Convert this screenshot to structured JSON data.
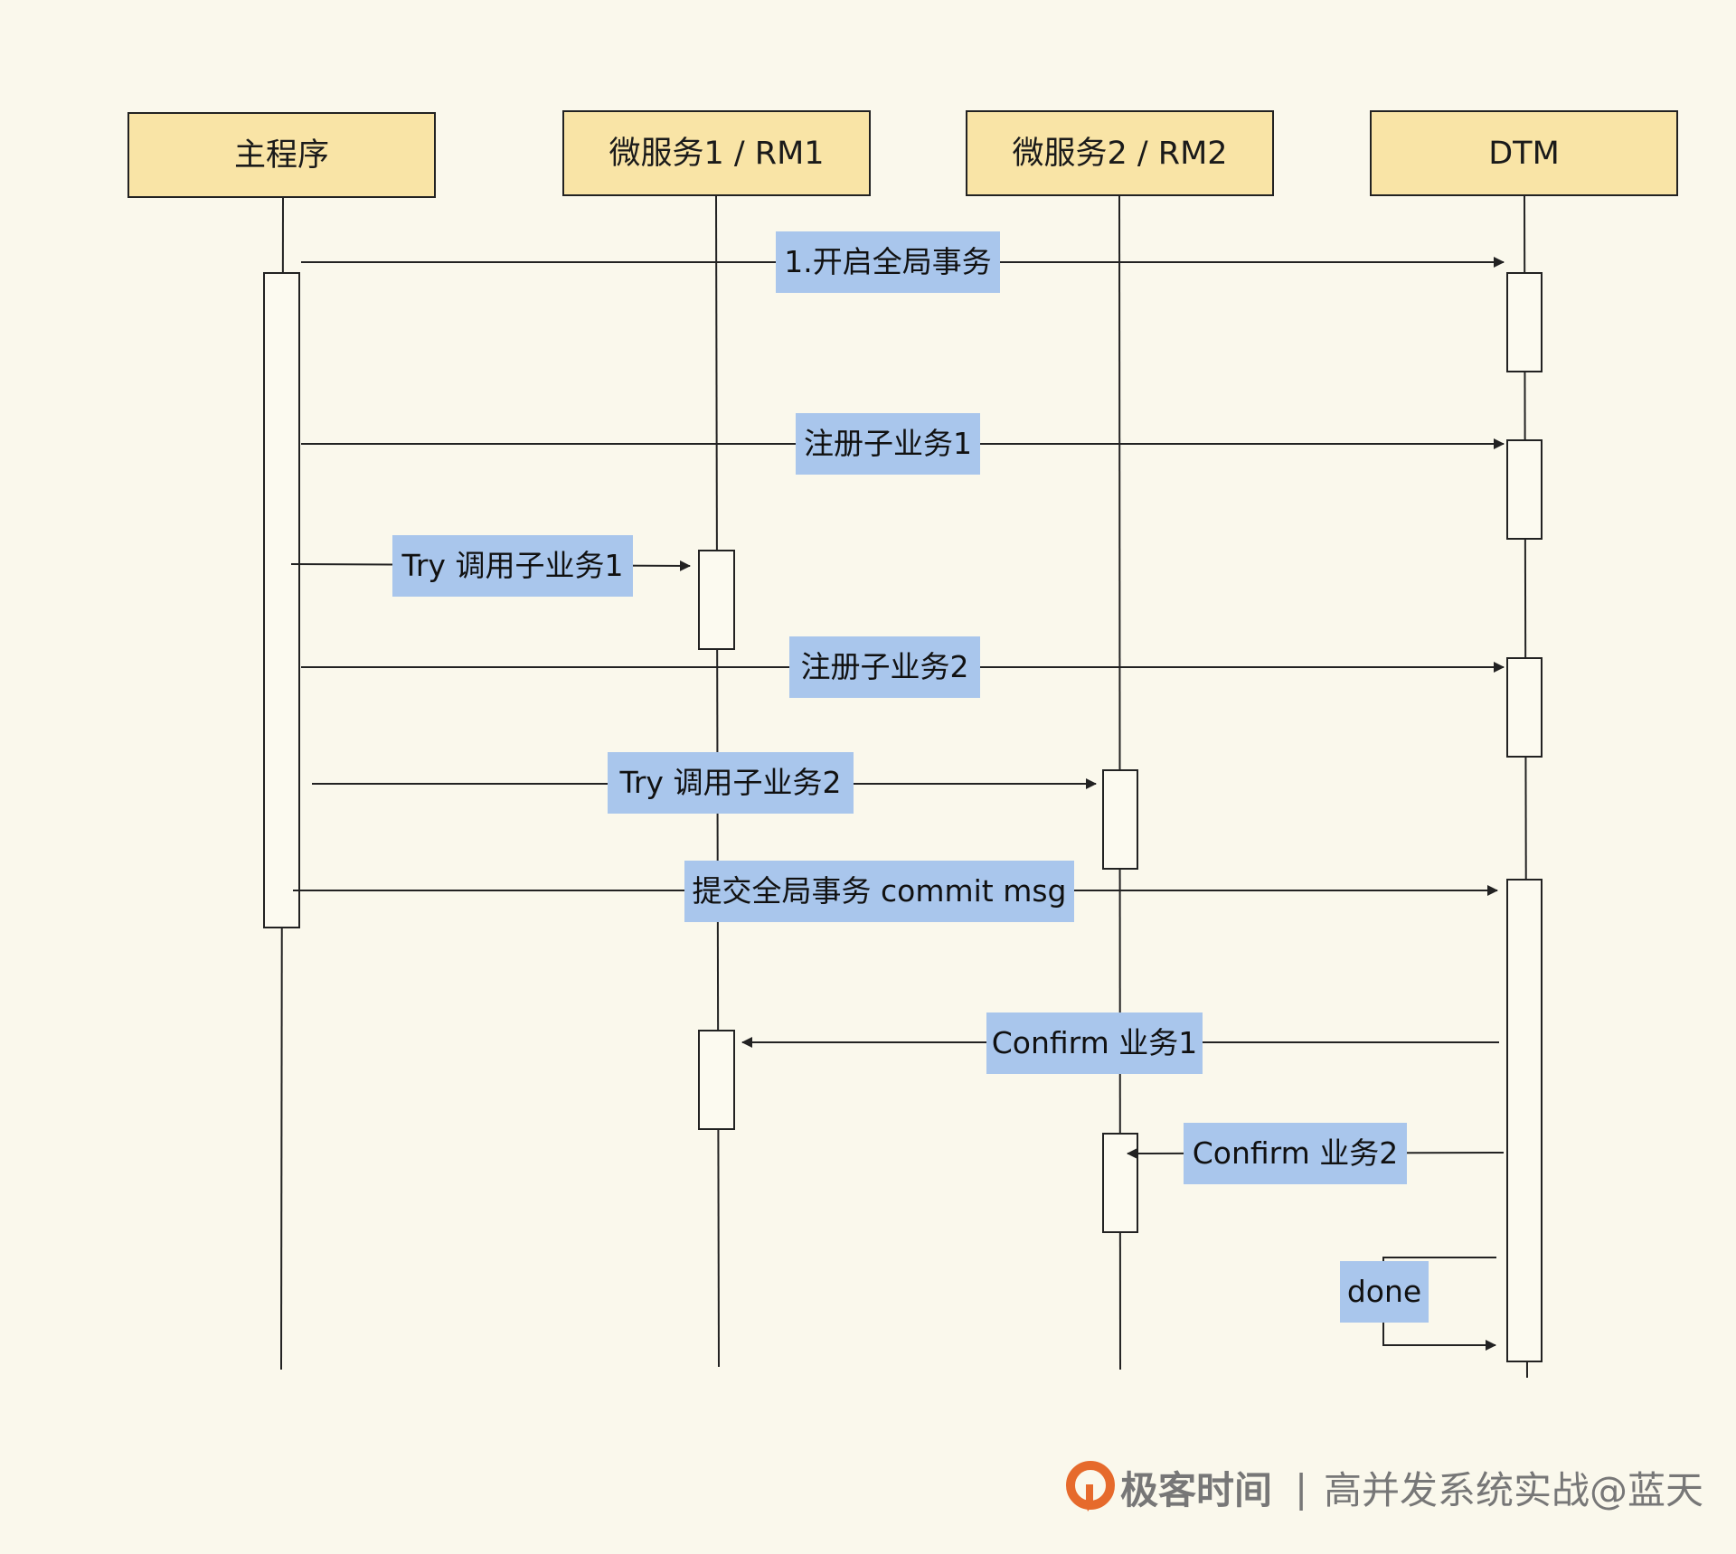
{
  "colors": {
    "background": "#faf8ec",
    "participant_fill": "#f9e4a6",
    "label_fill": "#a9c6ec",
    "line": "#222222",
    "activation_fill": "#fcfaf0",
    "logo_orange": "#e66a2c",
    "footer_text": "#777777"
  },
  "participants": [
    {
      "id": "main",
      "label": "主程序"
    },
    {
      "id": "rm1",
      "label": "微服务1 / RM1"
    },
    {
      "id": "rm2",
      "label": "微服务2 / RM2"
    },
    {
      "id": "dtm",
      "label": "DTM"
    }
  ],
  "messages": [
    {
      "from": "main",
      "to": "dtm",
      "label": "1.开启全局事务"
    },
    {
      "from": "main",
      "to": "dtm",
      "label": "注册子业务1"
    },
    {
      "from": "main",
      "to": "rm1",
      "label": "Try 调用子业务1"
    },
    {
      "from": "main",
      "to": "dtm",
      "label": "注册子业务2"
    },
    {
      "from": "main",
      "to": "rm2",
      "label": "Try 调用子业务2"
    },
    {
      "from": "main",
      "to": "dtm",
      "label": "提交全局事务 commit msg"
    },
    {
      "from": "dtm",
      "to": "rm1",
      "label": "Confirm 业务1"
    },
    {
      "from": "dtm",
      "to": "rm2",
      "label": "Confirm 业务2"
    },
    {
      "from": "dtm",
      "to": "dtm",
      "label": "done"
    }
  ],
  "footer": {
    "brand": "极客时间",
    "separator": "|",
    "course": "高并发系统实战@蓝天",
    "logo_icon": "geektime-logo-icon"
  }
}
